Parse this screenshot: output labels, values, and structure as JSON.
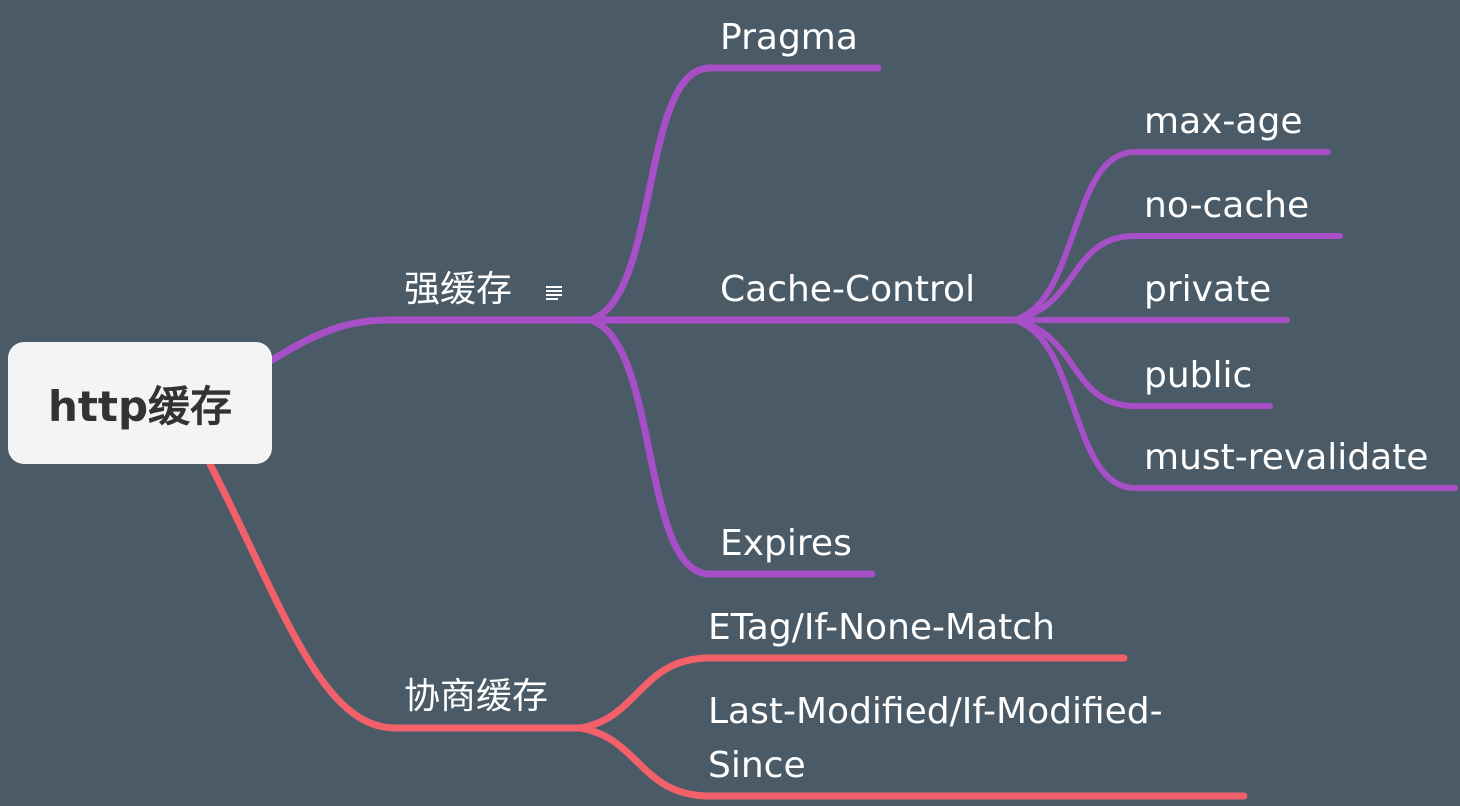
{
  "colors": {
    "background": "#4a5a66",
    "root_fill": "#f4f4f4",
    "root_text": "#333333",
    "branch_strong": "#a64fc6",
    "branch_negotiated": "#f2606a",
    "label_text": "#ffffff"
  },
  "root": {
    "label": "http缓存"
  },
  "branches": [
    {
      "label": "强缓存",
      "has_note": true,
      "note_icon": "note-lines-icon",
      "children": [
        {
          "label": "Pragma"
        },
        {
          "label": "Cache-Control",
          "children": [
            {
              "label": "max-age"
            },
            {
              "label": "no-cache"
            },
            {
              "label": "private"
            },
            {
              "label": "public"
            },
            {
              "label": "must-revalidate"
            }
          ]
        },
        {
          "label": "Expires"
        }
      ]
    },
    {
      "label": "协商缓存",
      "children": [
        {
          "label": "ETag/If-None-Match"
        },
        {
          "label_line1": "Last-Modified/If-Modified-",
          "label_line2": "Since"
        }
      ]
    }
  ]
}
